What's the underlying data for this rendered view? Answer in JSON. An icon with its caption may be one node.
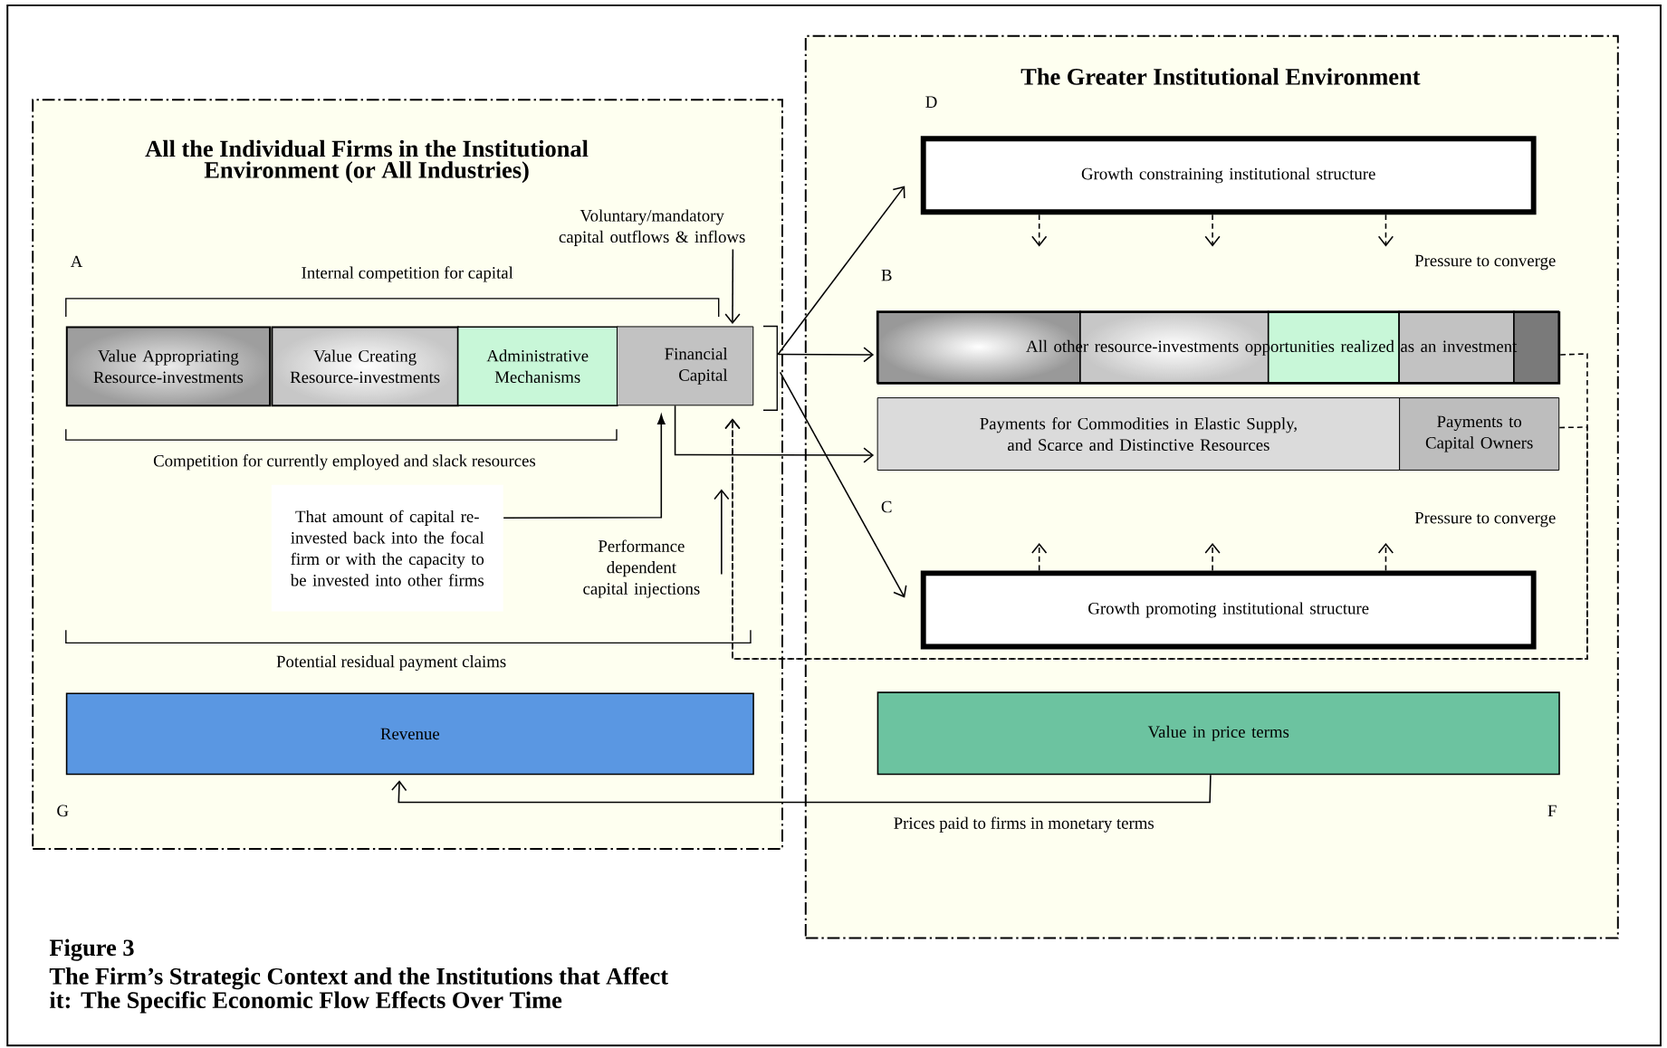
{
  "diagram": {
    "caption": "The Firm’s Strategic Context and the Institutions that Affect it: The Specific Economic Flow Effects Over Time",
    "nodes": [
      {
        "text": [
          "All the Individual Firms in the Institutional Environment (or All Industries)"
        ]
      },
      {
        "text": [
          "The Greater Institutional Environment"
        ]
      },
      {
        "text": [
          "Value Appropriating Resource-investments"
        ],
        "in": 0
      },
      {
        "text": [
          "Value Creating Resource-investments"
        ],
        "in": 0
      },
      {
        "text": [
          "Administrative Mechanisms"
        ],
        "in": 0
      },
      {
        "text": [
          "Financial Capital"
        ],
        "in": 0
      },
      {
        "text": [
          "That amount of capital re-invested back into the focal firm or with the capacity to be invested into other firms"
        ],
        "in": 0
      },
      {
        "text": [
          "Voluntary/mandatory capital outflows & inflows"
        ],
        "in": 0
      },
      {
        "text": [
          "Performance dependent capital injections"
        ],
        "in": 0
      },
      {
        "text": [
          "Revenue"
        ],
        "in": 0
      },
      {
        "text": [
          "Growth constraining institutional structure"
        ],
        "in": 1
      },
      {
        "text": [
          "All other resource-investments opportunities realized as an investment"
        ],
        "in": 1
      },
      {
        "text": [
          "Payments for Commodities in Elastic Supply, and Scarce and Distinctive Resources"
        ],
        "in": 1
      },
      {
        "text": [
          "Payments to Capital Owners"
        ],
        "in": 1
      },
      {
        "text": [
          "Growth promoting institutional structure"
        ],
        "in": 1
      },
      {
        "text": [
          "Value in price terms"
        ],
        "in": 1
      }
    ],
    "edges": [
      {
        "from": 7,
        "to": 5,
        "arrow": "to"
      },
      {
        "from": 6,
        "to": 5,
        "arrow": "to"
      },
      {
        "from": 8,
        "to": null,
        "arrow": "to"
      },
      {
        "from": 5,
        "to": 10,
        "arrow": "to"
      },
      {
        "from": 5,
        "to": 11,
        "arrow": "to"
      },
      {
        "from": 5,
        "to": 14,
        "arrow": "to"
      },
      {
        "from": 5,
        "to": 12,
        "arrow": "to"
      },
      {
        "from": 11,
        "to": 5,
        "arrow": "to",
        "style": "dashed"
      },
      {
        "from": 13,
        "to": 5,
        "arrow": "to",
        "style": "dashed"
      },
      {
        "from": 10,
        "to": null,
        "arrow": "to",
        "style": "dashed"
      },
      {
        "from": 10,
        "to": null,
        "arrow": "to",
        "style": "dashed"
      },
      {
        "from": 10,
        "to": null,
        "arrow": "to",
        "style": "dashed"
      },
      {
        "from": 14,
        "to": null,
        "arrow": "to",
        "style": "dashed"
      },
      {
        "from": 14,
        "to": null,
        "arrow": "to",
        "style": "dashed"
      },
      {
        "from": 14,
        "to": null,
        "arrow": "to",
        "style": "dashed"
      },
      {
        "from": 15,
        "to": 9,
        "arrow": "to",
        "label": "Prices paid to firms in monetary terms"
      }
    ],
    "labels": [
      "A",
      "Internal competition for capital",
      "Competition for currently employed and slack resources",
      "Potential residual payment claims",
      "G",
      "D",
      "B",
      "Pressure to converge",
      "C",
      "Pressure to converge",
      "F",
      "Figure 3"
    ]
  }
}
